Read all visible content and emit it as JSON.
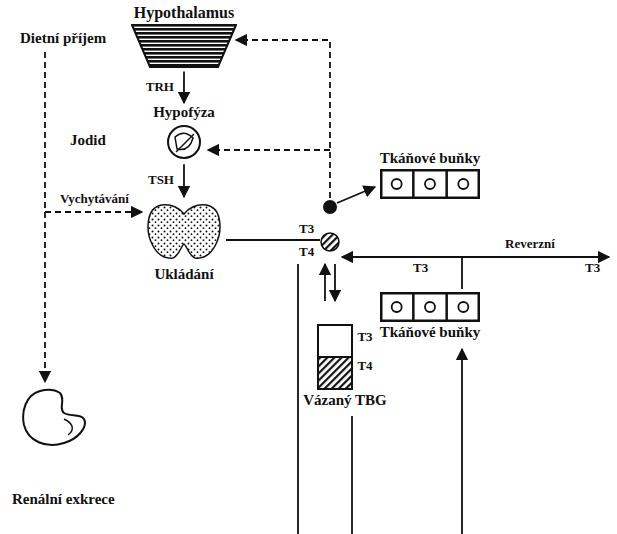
{
  "diagram": {
    "nodes": [
      {
        "text": [
          "Hypothalamus"
        ]
      },
      {
        "text": [
          "Hypofýza"
        ]
      },
      {
        "text": [
          "Ukládání"
        ]
      },
      {
        "text": [
          "Tkáňové buňky"
        ]
      },
      {
        "text": [
          "Tkáňové buňky"
        ]
      },
      {
        "text": [
          "T3",
          "T4",
          "Vázaný TBG"
        ]
      },
      {
        "text": [
          "Renální exkrece"
        ]
      }
    ],
    "edges": [
      {
        "from": 0,
        "to": 1,
        "label": "TRH",
        "arrow": "to"
      },
      {
        "from": 1,
        "to": 2,
        "label": "TSH",
        "arrow": "to"
      }
    ],
    "labels": [
      "Dietní příjem",
      "Jodid",
      "Vychytávání",
      "T3",
      "T4",
      "T3",
      "Reverzní",
      "T3"
    ]
  }
}
